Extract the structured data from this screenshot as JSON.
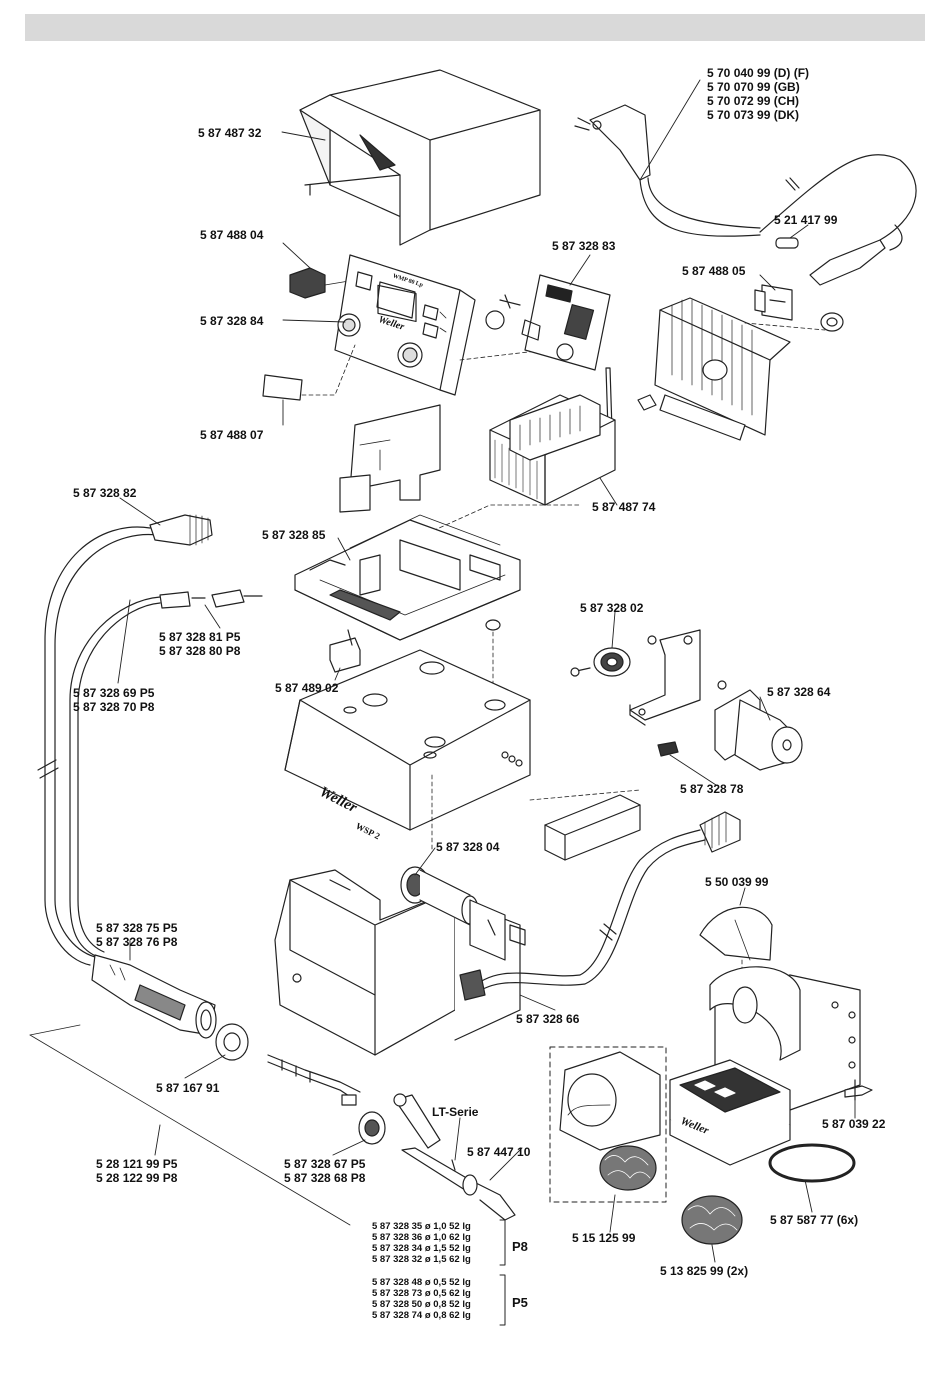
{
  "brand": {
    "cover_logo": "Weller",
    "cover_model": "WSP 2",
    "panel_logo": "Weller",
    "panel_model": "WMP 80 Lp",
    "cleaner_logo": "Weller"
  },
  "labels": {
    "power_cord": [
      "5 70 040 99 (D) (F)",
      "5 70 070 99 (GB)",
      "5 70 072 99 (CH)",
      "5 70 073 99 (DK)"
    ],
    "top_cover": "5 87 487 32",
    "switch": "5 87 488 04",
    "fuse": "5 21 417 99",
    "control_pcb": "5 87 328 83",
    "socket": "5 87 488 05",
    "front_panel": "5 87 328 84",
    "blank_plate": "5 87 488 07",
    "tool_cable": "5 87 328 82",
    "transformer": "5 87 487 74",
    "base": "5 87 328 85",
    "connector_tip": [
      "5 87 328 81 P5",
      "5 87 328 80 P8"
    ],
    "gear": "5 87 328 02",
    "connector_block": "5 87 489 02",
    "supply_line": [
      "5 87 328 69 P5",
      "5 87 328 70 P8"
    ],
    "motor": "5 87 328 64",
    "switch_cap": "5 87 328 78",
    "drive_roll": "5 87 328 04",
    "sponge_holder": "5 50 039 99",
    "handpiece": [
      "5 87 328 75 P5",
      "5 87 328 76 P8"
    ],
    "feed_hose": "5 87 328 66",
    "nozzle_nut": "5 87 167 91",
    "lt_series": "LT-Serie",
    "nozzle": "5 87 447 10",
    "nozzle_holder": "5 87 039 22",
    "tool_set": [
      "5 28 121 99 P5",
      "5 28 122 99 P8"
    ],
    "feed_tube": [
      "5 87 328 67 P5",
      "5 87 328 68 P8"
    ],
    "cleaning_cap": "5 15 125 99",
    "o_ring": "5 87 587 77 (6x)",
    "wool": "5  13 825 99 (2x)"
  },
  "tips_p8": {
    "tag": "P8",
    "rows": [
      "5 87 328 35  ø 1,0 52 lg",
      "5 87 328 36  ø 1,0 62 lg",
      "5 87 328 34  ø 1,5 52 lg",
      "5 87 328 32  ø 1,5 62 lg"
    ]
  },
  "tips_p5": {
    "tag": "P5",
    "rows": [
      "5 87 328 48  ø 0,5 52 lg",
      "5 87 328 73  ø 0,5 62 lg",
      "5 87 328 50  ø 0,8 52 lg",
      "5 87 328 74  ø 0,8 62 lg"
    ]
  }
}
